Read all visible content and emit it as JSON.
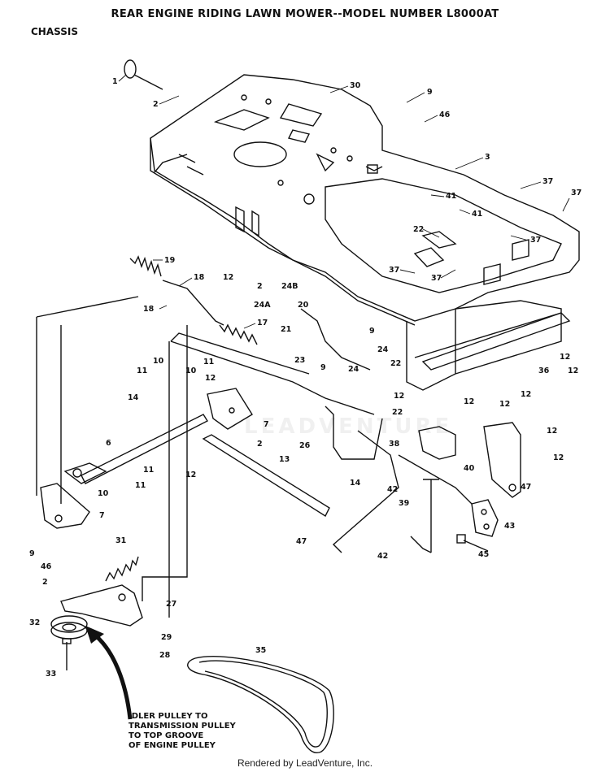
{
  "header": {
    "title": "REAR ENGINE RIDING LAWN MOWER--MODEL NUMBER  L8000AT",
    "section": "CHASSIS"
  },
  "callouts": {
    "c1": "1",
    "c2a": "2",
    "c2b": "2",
    "c2c": "2",
    "c2d": "2",
    "c3": "3",
    "c6": "6",
    "c7a": "7",
    "c7b": "7",
    "c9a": "9",
    "c9b": "9",
    "c9c": "9",
    "c9d": "9",
    "c10a": "10",
    "c10b": "10",
    "c10c": "10",
    "c11a": "11",
    "c11b": "11",
    "c11c": "11",
    "c11d": "11",
    "c12a": "12",
    "c12b": "12",
    "c12c": "12",
    "c12d": "12",
    "c12e": "12",
    "c12f": "12",
    "c12g": "12",
    "c12h": "12",
    "c12i": "12",
    "c12j": "12",
    "c13": "13",
    "c14a": "14",
    "c14b": "14",
    "c17": "17",
    "c18a": "18",
    "c18b": "18",
    "c19": "19",
    "c20": "20",
    "c21": "21",
    "c22a": "22",
    "c22b": "22",
    "c22c": "22",
    "c23": "23",
    "c24a": "24",
    "c24b": "24",
    "c24A": "24A",
    "c24B": "24B",
    "c26": "26",
    "c27": "27",
    "c28": "28",
    "c29": "29",
    "c30": "30",
    "c31": "31",
    "c32": "32",
    "c33": "33",
    "c35": "35",
    "c36": "36",
    "c37a": "37",
    "c37b": "37",
    "c37c": "37",
    "c37d": "37",
    "c37e": "37",
    "c38": "38",
    "c39": "39",
    "c40": "40",
    "c41a": "41",
    "c41b": "41",
    "c42a": "42",
    "c42b": "42",
    "c43": "43",
    "c45": "45",
    "c46a": "46",
    "c46b": "46",
    "c47a": "47",
    "c47b": "47"
  },
  "note": {
    "line1": "IDLER PULLEY TO",
    "line2": "TRANSMISSION  PULLEY",
    "line3": "TO TOP GROOVE",
    "line4": "OF ENGINE PULLEY"
  },
  "watermark": "LEADVENTURE",
  "footer": "Rendered by LeadVenture, Inc."
}
